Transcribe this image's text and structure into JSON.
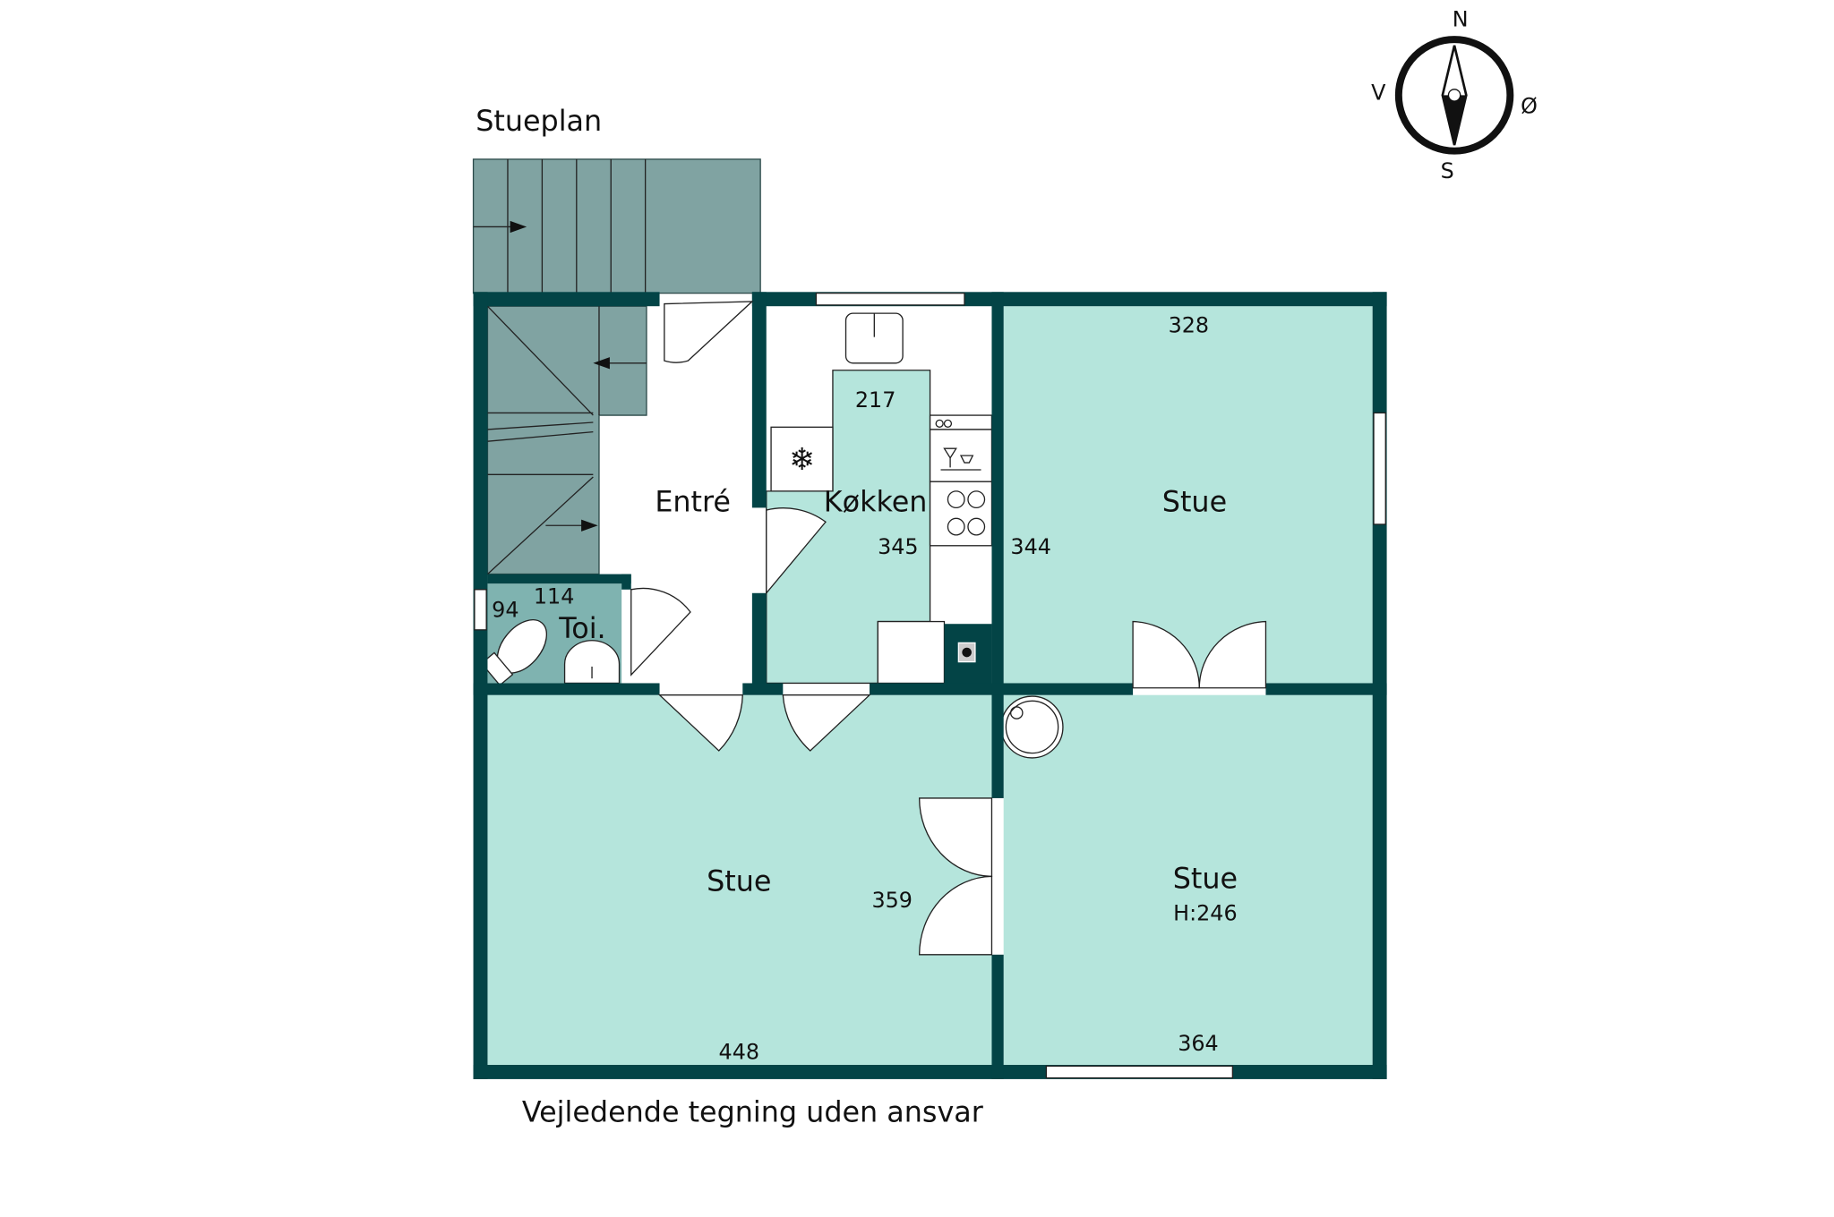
{
  "plan": {
    "title": "Stueplan",
    "disclaimer": "Vejledende tegning uden ansvar",
    "compass": {
      "n": "N",
      "s": "S",
      "e": "Ø",
      "w": "V"
    },
    "rooms": {
      "entre": {
        "name": "Entré"
      },
      "kitchen": {
        "name": "Køkken",
        "dim_top": "217",
        "dim_side": "345"
      },
      "stue_ne": {
        "name": "Stue",
        "dim_top": "328",
        "dim_side": "344"
      },
      "toilet": {
        "name": "Toi.",
        "dim_w": "114",
        "dim_h": "94"
      },
      "stue_sw": {
        "name": "Stue",
        "dim_side": "359",
        "dim_bottom": "448"
      },
      "stue_se": {
        "name": "Stue",
        "height": "H:246",
        "dim_bottom": "364"
      }
    }
  },
  "colors": {
    "wall": "#034446",
    "room": "#b5e5dc",
    "stairs": "#80a3a2"
  }
}
